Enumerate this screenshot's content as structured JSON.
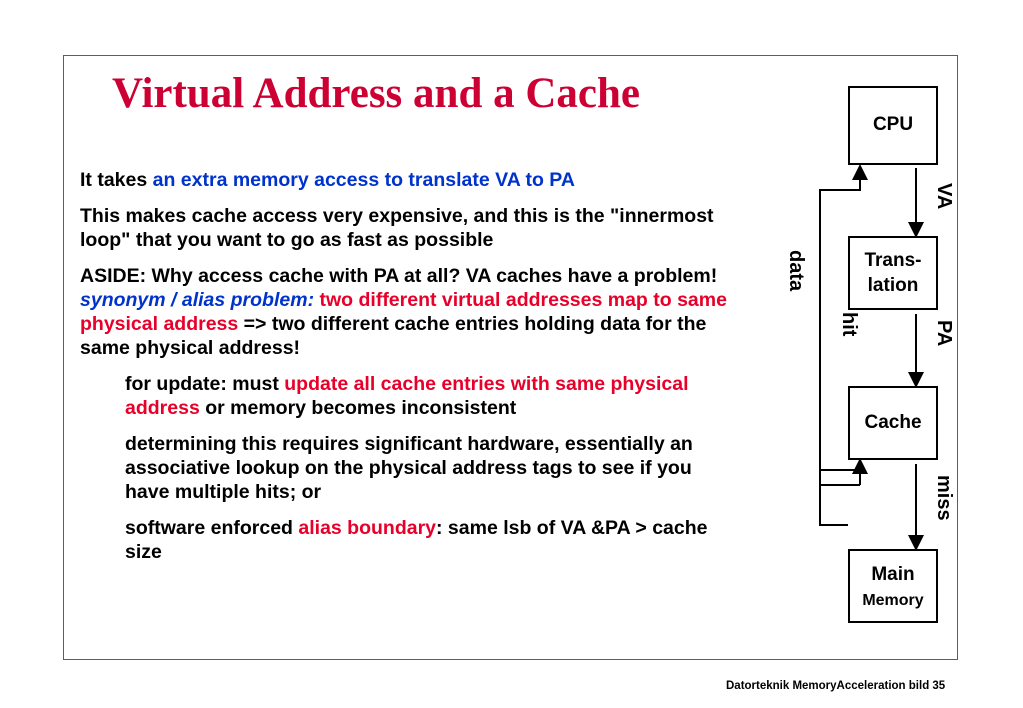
{
  "title": "Virtual Address and a Cache",
  "paragraphs": {
    "p1": {
      "a": "It takes ",
      "b": "an extra  memory access to translate VA to PA"
    },
    "p2": "This makes cache access very expensive, and this is the \"innermost loop\" that you want to go as fast as possible",
    "p3": {
      "a": "ASIDE:  Why access cache with PA at all?  VA caches have a problem! ",
      "b": "synonym  / alias problem",
      "c": ":  ",
      "d": "two different virtual addresses map to same physical address",
      "e": "  =>  two different cache entries holding data for the same physical address!"
    },
    "p4": {
      "a": "for update:  must ",
      "b": "update all cache entries with same physical address",
      "c": " or memory becomes inconsistent"
    },
    "p5": "determining this requires significant hardware, essentially an associative lookup on the physical address tags to see if you have multiple hits; or",
    "p6": {
      "a": "software enforced ",
      "b": "alias boundary",
      "c": ": same lsb of VA &PA > cache size"
    }
  },
  "diagram": {
    "cpu": "CPU",
    "trans_line1": "Trans-",
    "trans_line2": "lation",
    "cache": "Cache",
    "main_line1": "Main",
    "main_line2": "Memory",
    "label_va": "VA",
    "label_pa": "PA",
    "label_miss": "miss",
    "label_data": "data",
    "label_hit": "hit"
  },
  "footer": "Datorteknik MemoryAcceleration bild 35",
  "colors": {
    "title": "#cc0033",
    "highlight_red": "#e8002a",
    "highlight_blue": "#0033cc",
    "frame": "#d4244a"
  }
}
